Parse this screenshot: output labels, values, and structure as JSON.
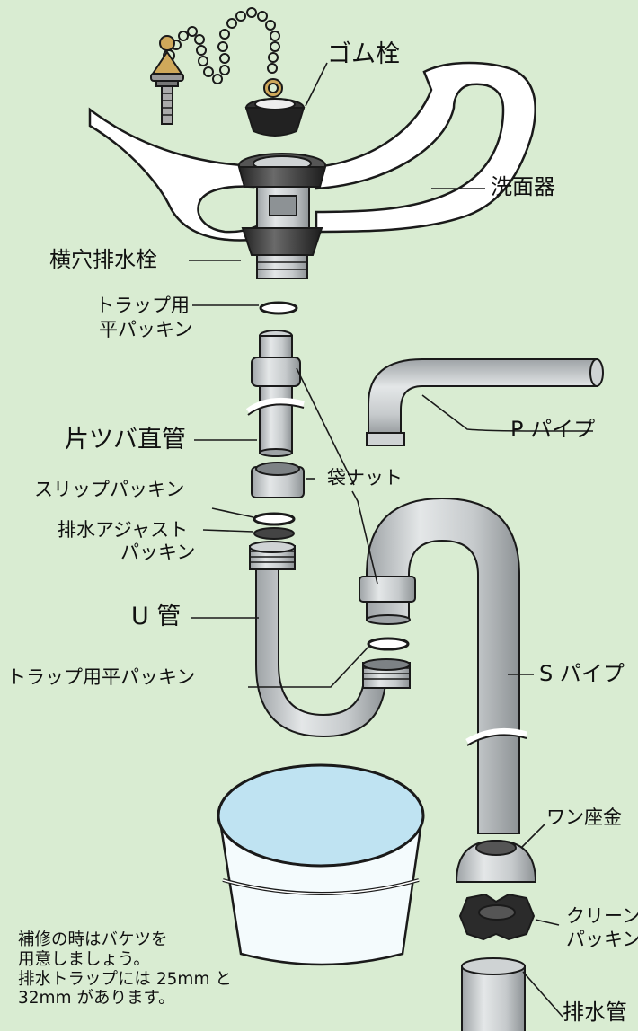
{
  "labels": {
    "rubber_plug": "ゴム栓",
    "basin": "洗面器",
    "side_hole_drain_plug": "横穴排水栓",
    "trap_flat_packing_top_1": "トラップ用",
    "trap_flat_packing_top_2": "平パッキン",
    "single_flange_pipe": "片ツバ直管",
    "p_pipe": "P パイプ",
    "cap_nut": "袋ナット",
    "slip_packing": "スリップパッキン",
    "drain_adjust_packing_1": "排水アジャスト",
    "drain_adjust_packing_2": "パッキン",
    "u_pipe": "U 管",
    "trap_flat_packing_bottom": "トラップ用平パッキン",
    "s_pipe": "S パイプ",
    "washer": "ワン座金",
    "clean_packing_1": "クリーン",
    "clean_packing_2": "パッキン",
    "drain_pipe": "排水管"
  },
  "note": [
    "補修の時はバケツを",
    "用意しましょう。",
    "排水トラップには 25mm と",
    "32mm があります。"
  ],
  "colors": {
    "background": "#d9ecd2",
    "pipe": "#c8cccd",
    "metal_dark": "#3a3a3a",
    "water": "#bfe3f2",
    "line": "#1a1a1a"
  }
}
